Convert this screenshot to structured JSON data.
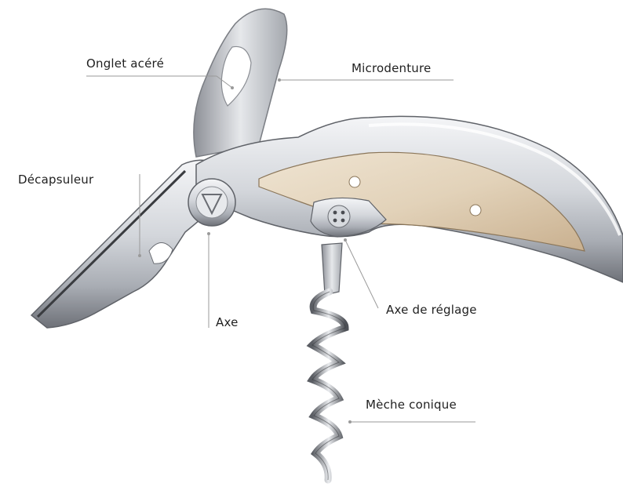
{
  "labels": {
    "onglet": "Onglet acéré",
    "microdenture": "Microdenture",
    "decapsuleur": "Décapsuleur",
    "axe": "Axe",
    "axe_reglage": "Axe de réglage",
    "meche": "Mèche conique"
  },
  "colors": {
    "leader_line": "#9a9a9a",
    "text": "#1f1f1f",
    "steel_light": "#f2f3f5",
    "steel_mid": "#c4c7cc",
    "steel_dark": "#6e7178",
    "bone_light": "#efe4d2",
    "bone_dark": "#c9b08f"
  }
}
